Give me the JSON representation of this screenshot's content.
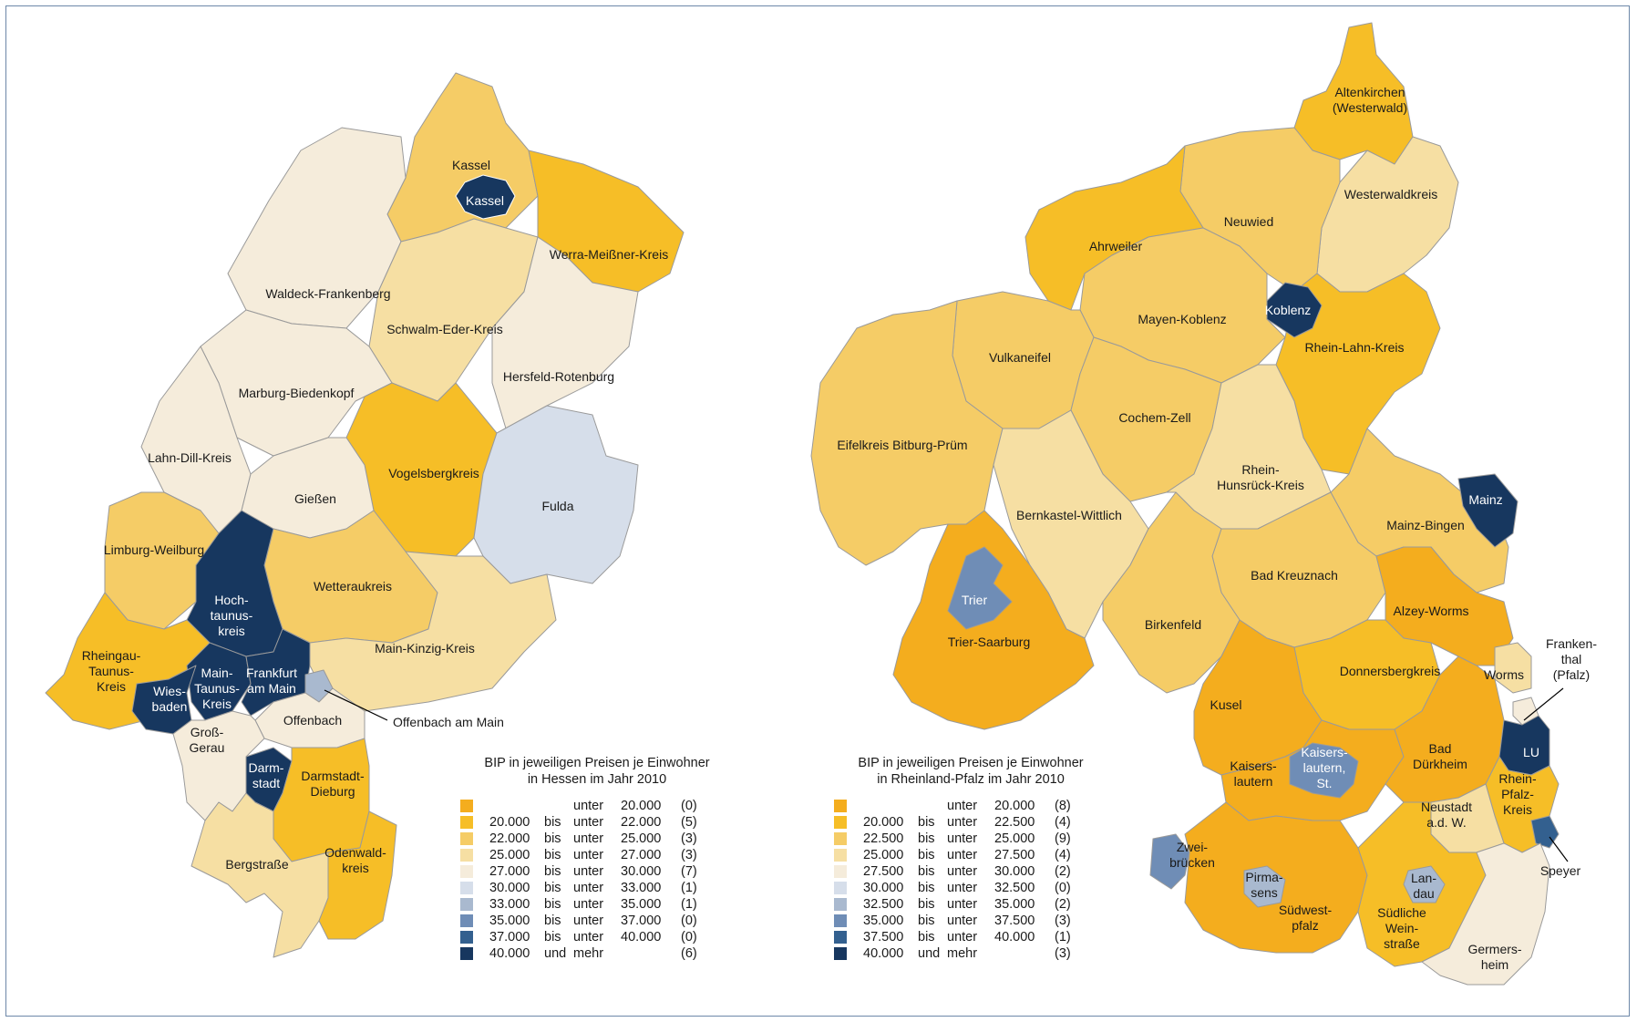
{
  "colors": {
    "c0": "#f4ad1e",
    "c1": "#f6be27",
    "c2": "#f5cc66",
    "c3": "#f6dfa3",
    "c4": "#f5ecdb",
    "c5": "#d6deea",
    "c6": "#a9b9cf",
    "c7": "#6f8db6",
    "c8": "#33608f",
    "c9": "#17375f",
    "border": "#6d87a8"
  },
  "hessen": {
    "legend_title_1": "BIP in jeweiligen Preisen je Einwohner",
    "legend_title_2": "in Hessen im Jahr 2010",
    "legend": [
      {
        "from": "",
        "mid": "",
        "rel": "unter",
        "to": "20.000",
        "count": "(0)",
        "color": "c0"
      },
      {
        "from": "20.000",
        "mid": "bis",
        "rel": "unter",
        "to": "22.000",
        "count": "(5)",
        "color": "c1"
      },
      {
        "from": "22.000",
        "mid": "bis",
        "rel": "unter",
        "to": "25.000",
        "count": "(3)",
        "color": "c2"
      },
      {
        "from": "25.000",
        "mid": "bis",
        "rel": "unter",
        "to": "27.000",
        "count": "(3)",
        "color": "c3"
      },
      {
        "from": "27.000",
        "mid": "bis",
        "rel": "unter",
        "to": "30.000",
        "count": "(7)",
        "color": "c4"
      },
      {
        "from": "30.000",
        "mid": "bis",
        "rel": "unter",
        "to": "33.000",
        "count": "(1)",
        "color": "c5"
      },
      {
        "from": "33.000",
        "mid": "bis",
        "rel": "unter",
        "to": "35.000",
        "count": "(1)",
        "color": "c6"
      },
      {
        "from": "35.000",
        "mid": "bis",
        "rel": "unter",
        "to": "37.000",
        "count": "(0)",
        "color": "c7"
      },
      {
        "from": "37.000",
        "mid": "bis",
        "rel": "unter",
        "to": "40.000",
        "count": "(0)",
        "color": "c8"
      },
      {
        "from": "40.000",
        "mid": "und",
        "rel": "mehr",
        "to": "",
        "count": "(6)",
        "color": "c9"
      }
    ],
    "labels": {
      "kassel_lk": "Kassel",
      "kassel_city": "Kassel",
      "werra": "Werra-Meißner-Kreis",
      "waldeck": "Waldeck-Frankenberg",
      "schwalm": "Schwalm-Eder-Kreis",
      "marburg": "Marburg-Biedenkopf",
      "hersfeld": "Hersfeld-Rotenburg",
      "lahndill": "Lahn-Dill-Kreis",
      "vogelsberg": "Vogelsbergkreis",
      "giessen": "Gießen",
      "fulda": "Fulda",
      "limburg": "Limburg-Weilburg",
      "hochtaunus": [
        "Hoch-",
        "taunus-",
        "kreis"
      ],
      "wetterau": "Wetteraukreis",
      "rheingau": [
        "Rheingau-",
        "Taunus-",
        "Kreis"
      ],
      "maintaunus": [
        "Main-",
        "Taunus-",
        "Kreis"
      ],
      "frankfurt": [
        "Frankfurt",
        "am Main"
      ],
      "wiesbaden": [
        "Wies-",
        "baden"
      ],
      "mainkinzig": "Main-Kinzig-Kreis",
      "offenbach_lk": "Offenbach",
      "offenbach_city": "Offenbach am Main",
      "grossgerau": [
        "Groß-",
        "Gerau"
      ],
      "darmstadt": [
        "Darm-",
        "stadt"
      ],
      "darmstadtdieburg": [
        "Darmstadt-",
        "Dieburg"
      ],
      "bergstrasse": "Bergstraße",
      "odenwald": [
        "Odenwald-",
        "kreis"
      ]
    }
  },
  "rlp": {
    "legend_title_1": "BIP in jeweiligen Preisen je Einwohner",
    "legend_title_2": "in Rheinland-Pfalz im Jahr 2010",
    "legend": [
      {
        "from": "",
        "mid": "",
        "rel": "unter",
        "to": "20.000",
        "count": "(8)",
        "color": "c0"
      },
      {
        "from": "20.000",
        "mid": "bis",
        "rel": "unter",
        "to": "22.500",
        "count": "(4)",
        "color": "c1"
      },
      {
        "from": "22.500",
        "mid": "bis",
        "rel": "unter",
        "to": "25.000",
        "count": "(9)",
        "color": "c2"
      },
      {
        "from": "25.000",
        "mid": "bis",
        "rel": "unter",
        "to": "27.500",
        "count": "(4)",
        "color": "c3"
      },
      {
        "from": "27.500",
        "mid": "bis",
        "rel": "unter",
        "to": "30.000",
        "count": "(2)",
        "color": "c4"
      },
      {
        "from": "30.000",
        "mid": "bis",
        "rel": "unter",
        "to": "32.500",
        "count": "(0)",
        "color": "c5"
      },
      {
        "from": "32.500",
        "mid": "bis",
        "rel": "unter",
        "to": "35.000",
        "count": "(2)",
        "color": "c6"
      },
      {
        "from": "35.000",
        "mid": "bis",
        "rel": "unter",
        "to": "37.500",
        "count": "(3)",
        "color": "c7"
      },
      {
        "from": "37.500",
        "mid": "bis",
        "rel": "unter",
        "to": "40.000",
        "count": "(1)",
        "color": "c8"
      },
      {
        "from": "40.000",
        "mid": "und",
        "rel": "mehr",
        "to": "",
        "count": "(3)",
        "color": "c9"
      }
    ],
    "labels": {
      "altenkirchen": [
        "Altenkirchen",
        "(Westerwald)"
      ],
      "westerwald": "Westerwaldkreis",
      "neuwied": "Neuwied",
      "ahrweiler": "Ahrweiler",
      "koblenz": "Koblenz",
      "mayen": "Mayen-Koblenz",
      "rheinlahn": "Rhein-Lahn-Kreis",
      "vulkaneifel": "Vulkaneifel",
      "cochem": "Cochem-Zell",
      "eifel": "Eifelkreis Bitburg-Prüm",
      "hunsrueck": [
        "Rhein-",
        "Hunsrück-Kreis"
      ],
      "bernkastel": "Bernkastel-Wittlich",
      "mainz": "Mainz",
      "mainzbingen": "Mainz-Bingen",
      "trier": "Trier",
      "triersaarburg": "Trier-Saarburg",
      "badkreuznach": "Bad Kreuznach",
      "birkenfeld": "Birkenfeld",
      "alzey": "Alzey-Worms",
      "donnersberg": "Donnersbergkreis",
      "worms": "Worms",
      "frankenthal": [
        "Franken-",
        "thal",
        "(Pfalz)"
      ],
      "kusel": "Kusel",
      "kl_lk": [
        "Kaisers-",
        "lautern"
      ],
      "kl_city": [
        "Kaisers-",
        "lautern,",
        "St."
      ],
      "badduerkheim": [
        "Bad",
        "Dürkheim"
      ],
      "lu": "LU",
      "rheinpfalz": [
        "Rhein-",
        "Pfalz-",
        "Kreis"
      ],
      "neustadt": [
        "Neustadt",
        "a.d. W."
      ],
      "speyer": "Speyer",
      "zweibruecken": [
        "Zwei-",
        "brücken"
      ],
      "pirmasens": [
        "Pirma-",
        "sens"
      ],
      "landau": [
        "Lan-",
        "dau"
      ],
      "suedwestpfalz": [
        "Südwest-",
        "pfalz"
      ],
      "suedlwein": [
        "Südliche",
        "Wein-",
        "straße"
      ],
      "germersheim": [
        "Germers-",
        "heim"
      ]
    }
  }
}
